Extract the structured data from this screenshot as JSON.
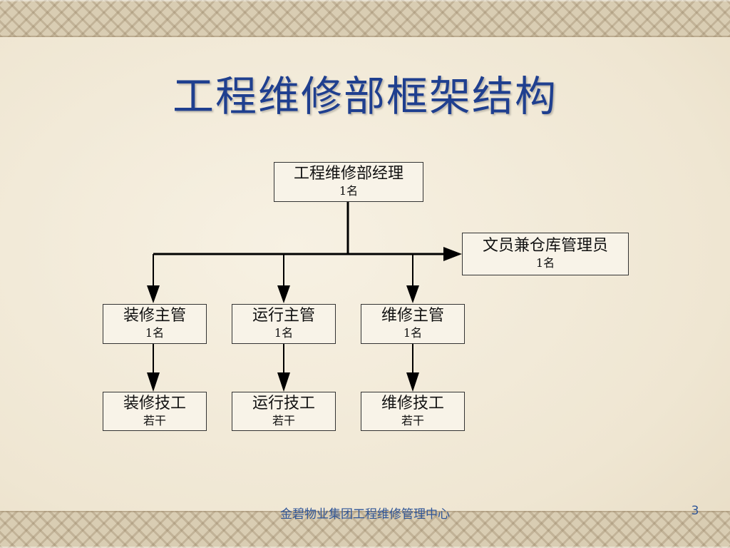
{
  "title": "工程维修部框架结构",
  "org": {
    "manager": {
      "name": "工程维修部经理",
      "count": "1名"
    },
    "clerk": {
      "name": "文员兼仓库管理员",
      "count": "1名"
    },
    "supervisors": [
      {
        "name": "装修主管",
        "count": "1名"
      },
      {
        "name": "运行主管",
        "count": "1名"
      },
      {
        "name": "维修主管",
        "count": "1名"
      }
    ],
    "technicians": [
      {
        "name": "装修技工",
        "count": "若干"
      },
      {
        "name": "运行技工",
        "count": "若干"
      },
      {
        "name": "维修技工",
        "count": "若干"
      }
    ]
  },
  "footer": {
    "text": "金碧物业集团工程维修管理中心",
    "page": "3"
  }
}
